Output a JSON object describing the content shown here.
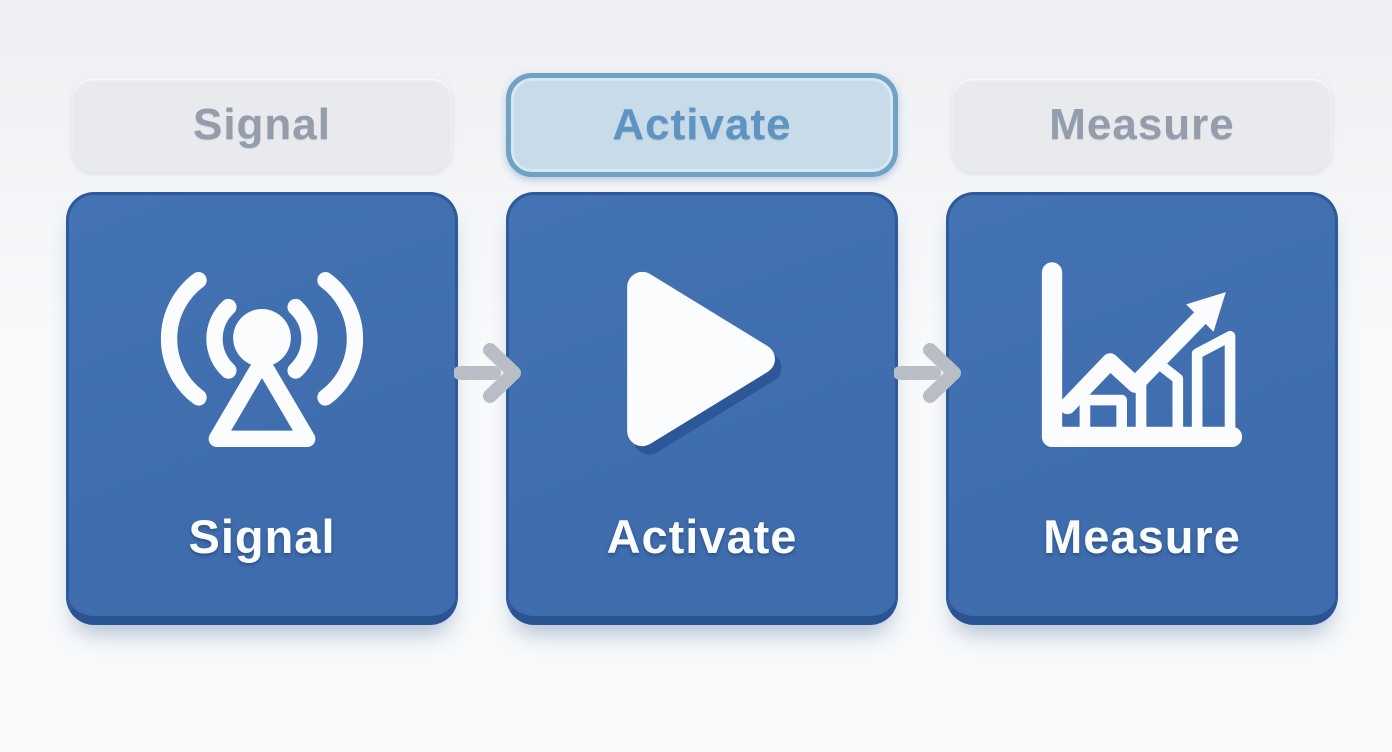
{
  "flow": {
    "tabs": [
      {
        "label": "Signal",
        "state": "inactive"
      },
      {
        "label": "Activate",
        "state": "active"
      },
      {
        "label": "Measure",
        "state": "inactive"
      }
    ],
    "cards": [
      {
        "label": "Signal",
        "icon": "broadcast-icon"
      },
      {
        "label": "Activate",
        "icon": "play-icon"
      },
      {
        "label": "Measure",
        "icon": "rising-bar-chart-icon"
      }
    ],
    "connectors": [
      {
        "icon": "arrow-right-icon"
      },
      {
        "icon": "arrow-right-icon"
      }
    ]
  },
  "colors": {
    "page_bg_top": "#edeff2",
    "page_bg_bottom": "#f7f9fb",
    "card_blue": "#3e6cac",
    "card_blue_light": "#4473b4",
    "card_border": "#2e5a9b",
    "card_bevel": "#2a5392",
    "tab_inactive_bg": "#e8eaee",
    "tab_inactive_text": "#939dac",
    "tab_active_bg": "#c8dbe9",
    "tab_active_border": "#6fa3c6",
    "tab_active_text": "#5d94c1",
    "icon_white": "#fbfcfe",
    "arrow_gray": "#b9bec6",
    "icon_shadow": "#2c589a"
  }
}
